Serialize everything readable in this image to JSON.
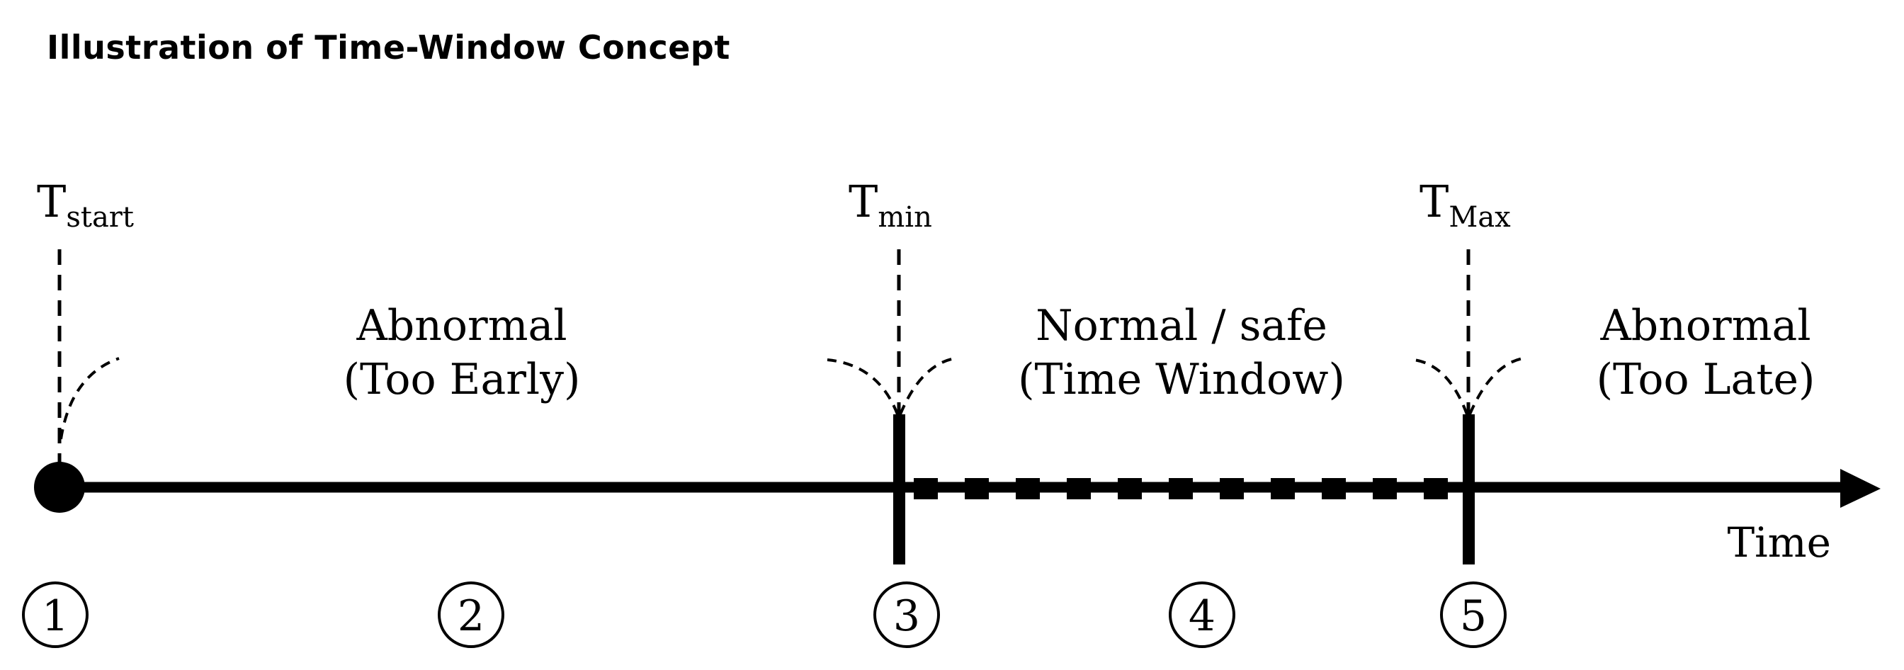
{
  "title": "Illustration of Time-Window Concept",
  "markers": {
    "start": {
      "base": "T",
      "sub": "start"
    },
    "min": {
      "base": "T",
      "sub": "min"
    },
    "max": {
      "base": "T",
      "sub": "Max"
    }
  },
  "regions": {
    "too_early": {
      "line1": "Abnormal",
      "line2": "(Too Early)"
    },
    "window": {
      "line1": "Normal / safe",
      "line2": "(Time Window)"
    },
    "too_late": {
      "line1": "Abnormal",
      "line2": "(Too Late)"
    }
  },
  "axis_label": "Time",
  "step_numbers": [
    "1",
    "2",
    "3",
    "4",
    "5"
  ],
  "colors": {
    "ink": "#000000",
    "background": "#ffffff"
  }
}
